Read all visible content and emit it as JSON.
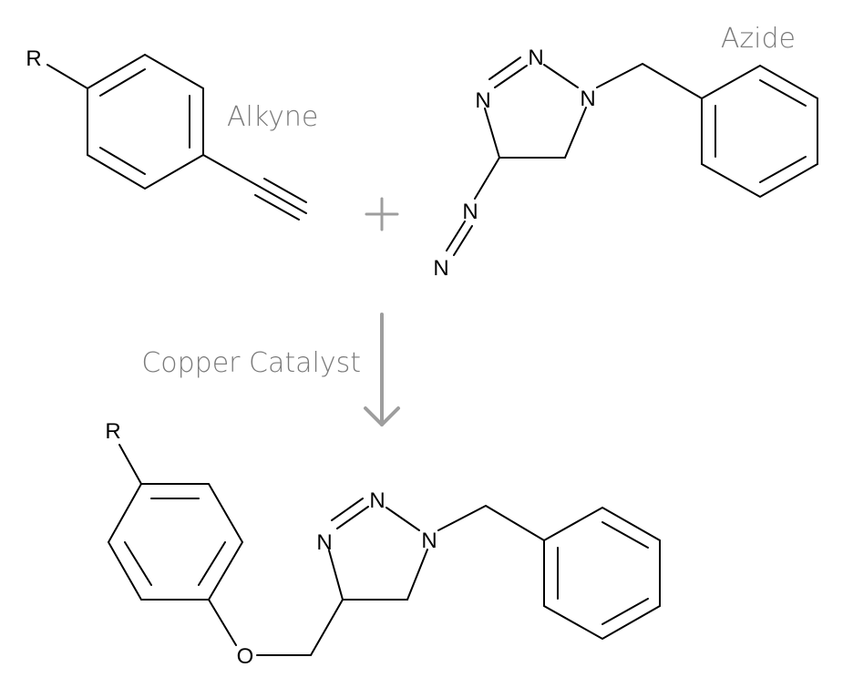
{
  "labels": {
    "alkyne": "Alkyne",
    "azide": "Azide",
    "catalyst": "Copper Catalyst"
  },
  "atoms": {
    "r": "R",
    "n": "N",
    "o": "O"
  },
  "colors": {
    "bond": "#000000",
    "caption": "#7a7a7a",
    "arrow": "#9e9e9e"
  }
}
